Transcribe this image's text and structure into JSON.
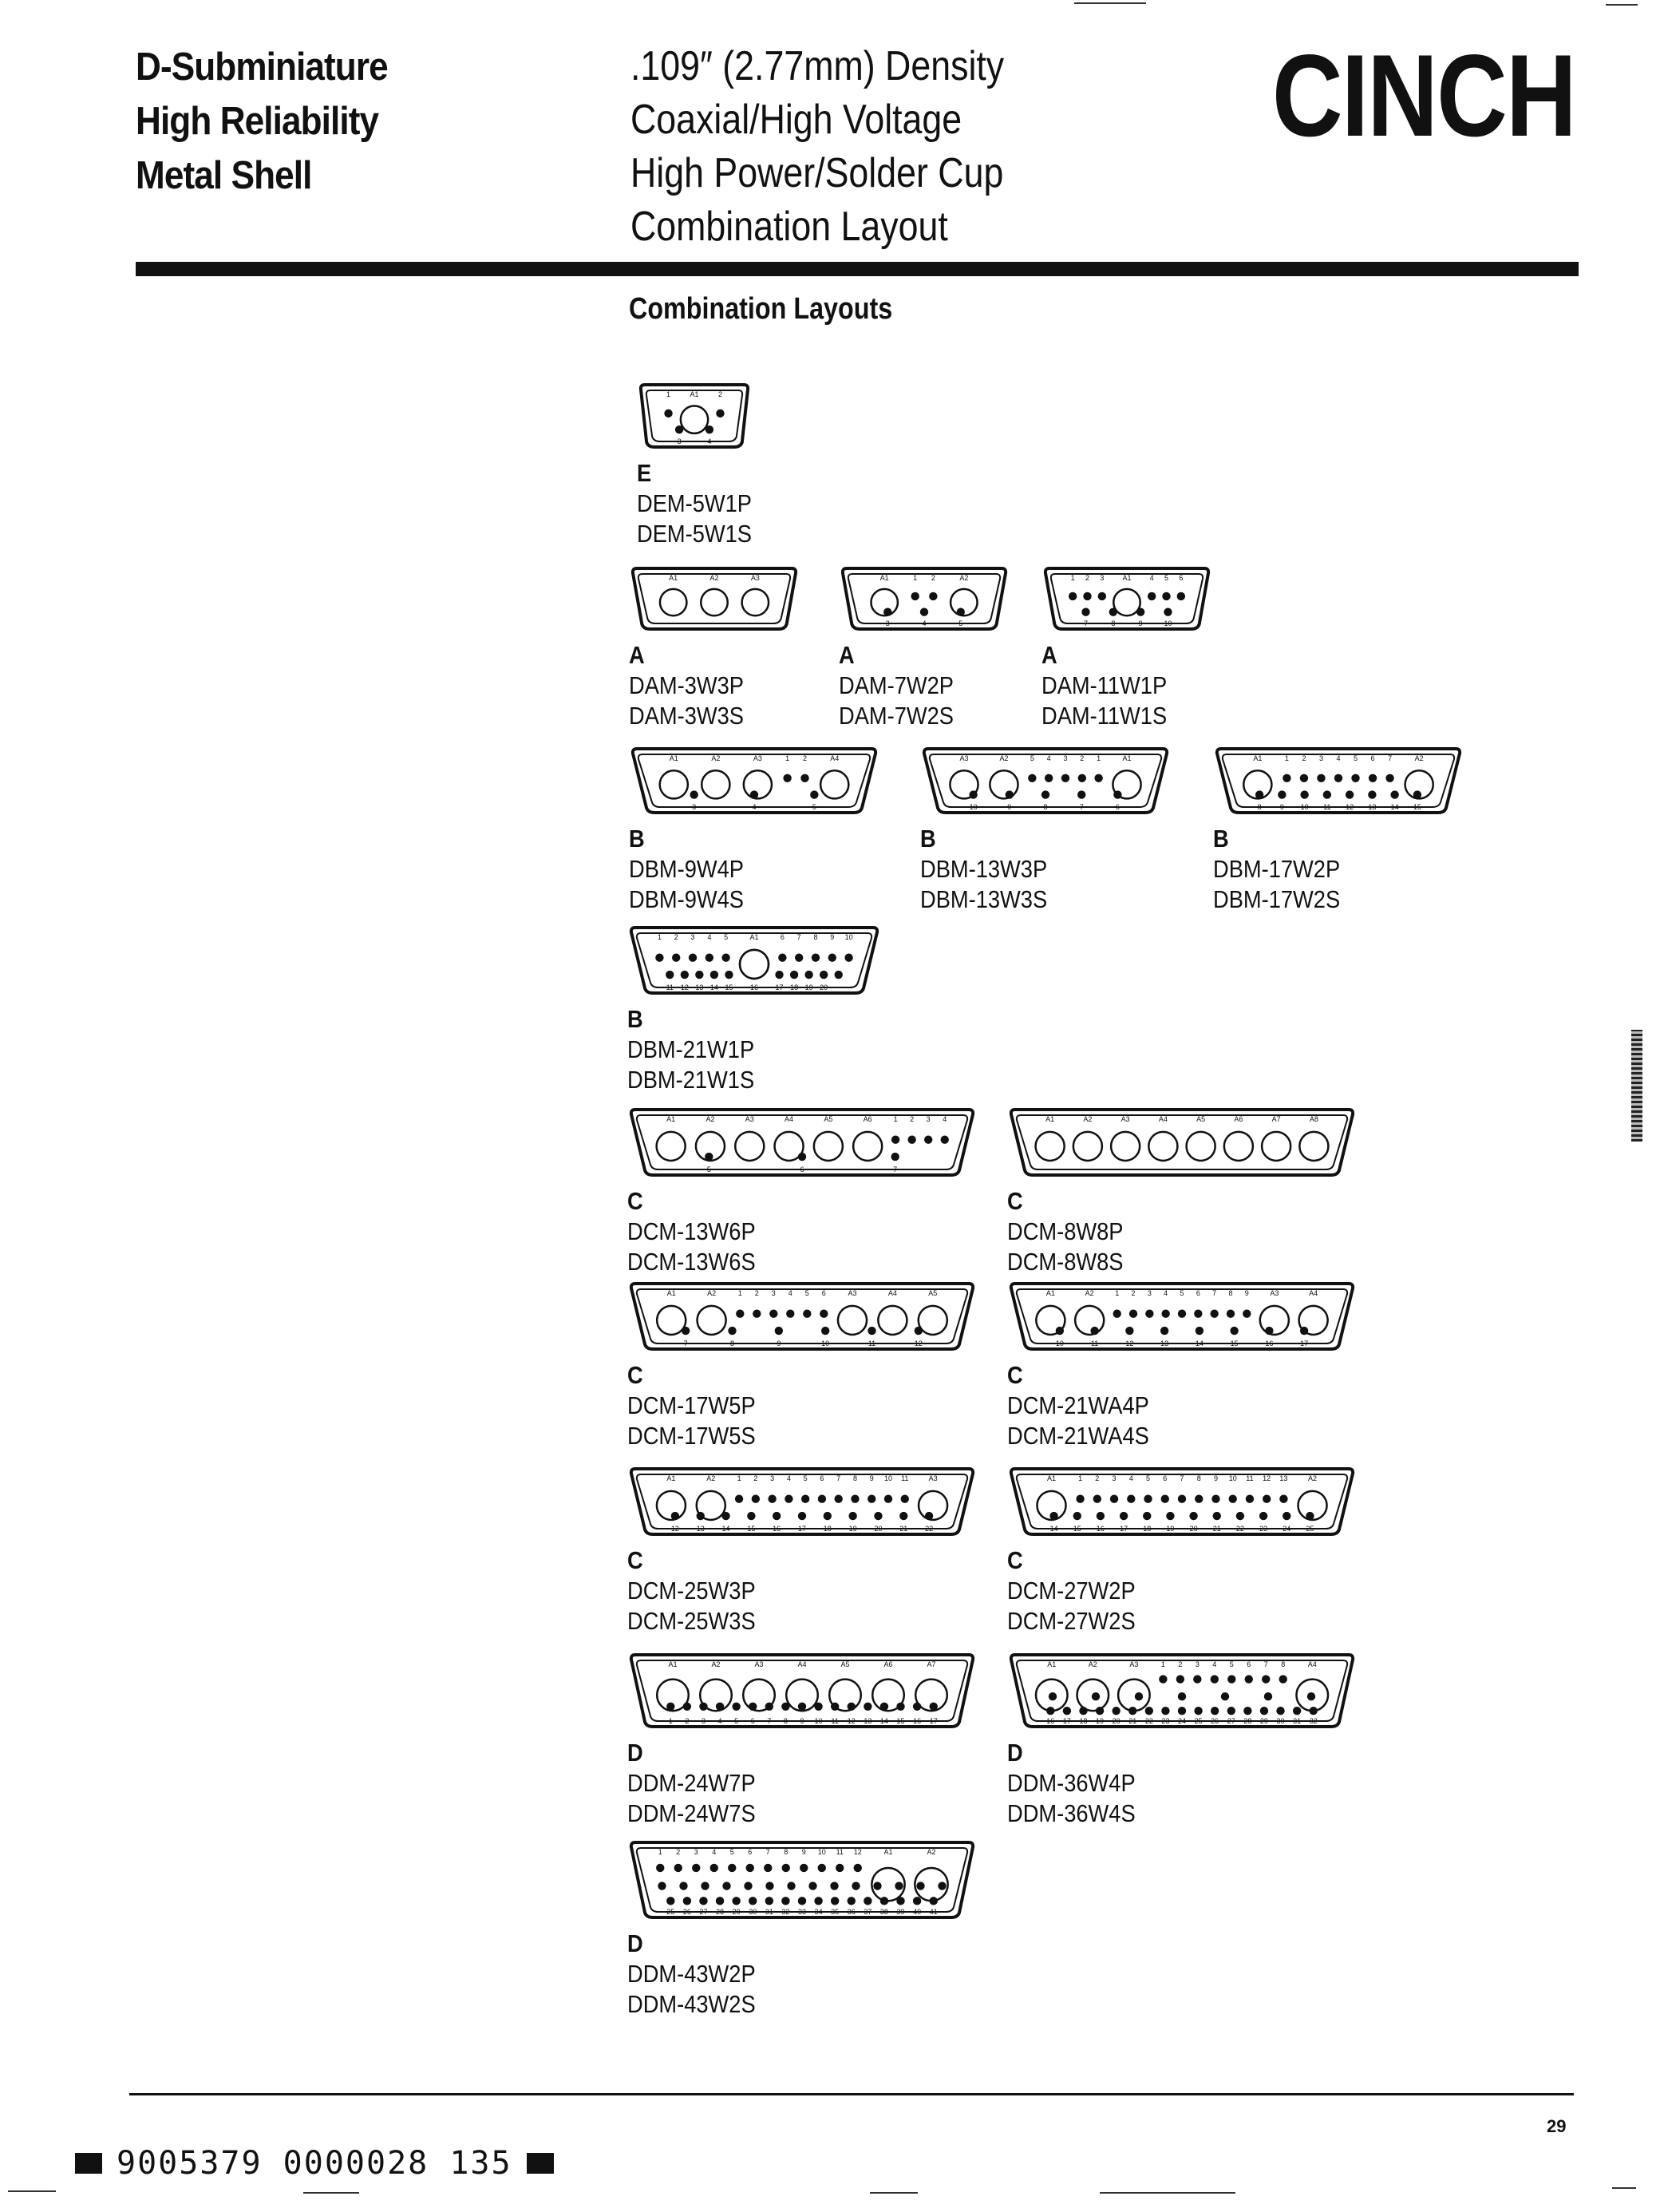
{
  "header": {
    "left_lines": [
      "D-Subminiature",
      "High Reliability",
      "Metal Shell"
    ],
    "middle_lines": [
      ".109″ (2.77mm) Density",
      "Coaxial/High Voltage",
      "High Power/Solder Cup",
      "Combination Layout"
    ],
    "brand": "CINCH"
  },
  "section_title": "Combination Layouts",
  "connectors": [
    {
      "id": "dem-5w1p",
      "shell": "E",
      "parts": [
        "DEM-5W1P",
        "DEM-5W1S"
      ],
      "top_row": [
        {
          "type": "pin"
        },
        {
          "type": "coax"
        },
        {
          "type": "pin"
        }
      ],
      "bottom_row": [
        {
          "type": "pin"
        },
        {
          "type": "pin"
        }
      ],
      "top_labels": [
        "1",
        "A1",
        "2"
      ],
      "bottom_labels": [
        "3",
        "4"
      ]
    },
    {
      "id": "dam-3w3p",
      "shell": "A",
      "parts": [
        "DAM-3W3P",
        "DAM-3W3S"
      ],
      "top_labels": [
        "A1",
        "A2",
        "A3"
      ],
      "bottom_labels": []
    },
    {
      "id": "dam-7w2p",
      "shell": "A",
      "parts": [
        "DAM-7W2P",
        "DAM-7W2S"
      ],
      "top_labels": [
        "A1",
        "1",
        "2",
        "A2"
      ],
      "bottom_labels": [
        "3",
        "4",
        "5"
      ]
    },
    {
      "id": "dam-11w1p",
      "shell": "A",
      "parts": [
        "DAM-11W1P",
        "DAM-11W1S"
      ],
      "top_labels": [
        "1",
        "2",
        "3",
        "A1",
        "4",
        "5",
        "6"
      ],
      "bottom_labels": [
        "7",
        "8",
        "9",
        "10"
      ]
    },
    {
      "id": "dbm-9w4p",
      "shell": "B",
      "parts": [
        "DBM-9W4P",
        "DBM-9W4S"
      ],
      "top_labels": [
        "A1",
        "A2",
        "A3",
        "1",
        "2",
        "A4"
      ],
      "bottom_labels": [
        "3",
        "4",
        "5"
      ]
    },
    {
      "id": "dbm-13w3p",
      "shell": "B",
      "parts": [
        "DBM-13W3P",
        "DBM-13W3S"
      ],
      "top_labels": [
        "A3",
        "A2",
        "5",
        "4",
        "3",
        "2",
        "1",
        "A1"
      ],
      "bottom_labels": [
        "10",
        "9",
        "8",
        "7",
        "6"
      ]
    },
    {
      "id": "dbm-17w2p",
      "shell": "B",
      "parts": [
        "DBM-17W2P",
        "DBM-17W2S"
      ],
      "top_labels": [
        "A1",
        "1",
        "2",
        "3",
        "4",
        "5",
        "6",
        "7",
        "A2"
      ],
      "bottom_labels": [
        "8",
        "9",
        "10",
        "11",
        "12",
        "13",
        "14",
        "15"
      ]
    },
    {
      "id": "dbm-21w1p",
      "shell": "B",
      "parts": [
        "DBM-21W1P",
        "DBM-21W1S"
      ],
      "top_labels": [
        "1",
        "2",
        "3",
        "4",
        "5",
        "A1",
        "6",
        "7",
        "8",
        "9",
        "10"
      ],
      "bottom_labels": [
        "11",
        "12",
        "13",
        "14",
        "15",
        "16",
        "17",
        "18",
        "19",
        "20"
      ]
    },
    {
      "id": "dcm-13w6p",
      "shell": "C",
      "parts": [
        "DCM-13W6P",
        "DCM-13W6S"
      ],
      "top_labels": [
        "A1",
        "A2",
        "A3",
        "A4",
        "A5",
        "A6",
        "1",
        "2",
        "3",
        "4"
      ],
      "bottom_labels": [
        "5",
        "6",
        "7"
      ]
    },
    {
      "id": "dcm-8w8p",
      "shell": "C",
      "parts": [
        "DCM-8W8P",
        "DCM-8W8S"
      ],
      "top_labels": [
        "A1",
        "A2",
        "A3",
        "A4",
        "A5",
        "A6",
        "A7",
        "A8"
      ],
      "bottom_labels": []
    },
    {
      "id": "dcm-17w5p",
      "shell": "C",
      "parts": [
        "DCM-17W5P",
        "DCM-17W5S"
      ],
      "top_labels": [
        "A1",
        "A2",
        "1",
        "2",
        "3",
        "4",
        "5",
        "6",
        "A3",
        "A4",
        "A5"
      ],
      "bottom_labels": [
        "7",
        "8",
        "9",
        "10",
        "11",
        "12"
      ]
    },
    {
      "id": "dcm-21wa4p",
      "shell": "C",
      "parts": [
        "DCM-21WA4P",
        "DCM-21WA4S"
      ],
      "top_labels": [
        "A1",
        "A2",
        "1",
        "2",
        "3",
        "4",
        "5",
        "6",
        "7",
        "8",
        "9",
        "A3",
        "A4"
      ],
      "bottom_labels": [
        "10",
        "11",
        "12",
        "13",
        "14",
        "15",
        "16",
        "17"
      ]
    },
    {
      "id": "dcm-25w3p",
      "shell": "C",
      "parts": [
        "DCM-25W3P",
        "DCM-25W3S"
      ],
      "top_labels": [
        "A1",
        "A2",
        "1",
        "2",
        "3",
        "4",
        "5",
        "6",
        "7",
        "8",
        "9",
        "10",
        "11",
        "A3"
      ],
      "bottom_labels": [
        "12",
        "13",
        "14",
        "15",
        "16",
        "17",
        "18",
        "19",
        "20",
        "21",
        "22"
      ]
    },
    {
      "id": "dcm-27w2p",
      "shell": "C",
      "parts": [
        "DCM-27W2P",
        "DCM-27W2S"
      ],
      "top_labels": [
        "A1",
        "1",
        "2",
        "3",
        "4",
        "5",
        "6",
        "7",
        "8",
        "9",
        "10",
        "11",
        "12",
        "13",
        "A2"
      ],
      "bottom_labels": [
        "14",
        "15",
        "16",
        "17",
        "18",
        "19",
        "20",
        "21",
        "22",
        "23",
        "24",
        "25"
      ]
    },
    {
      "id": "ddm-24w7p",
      "shell": "D",
      "parts": [
        "DDM-24W7P",
        "DDM-24W7S"
      ],
      "top_labels": [
        "A1",
        "A2",
        "A3",
        "A4",
        "A5",
        "A6",
        "A7"
      ],
      "bottom_labels": [
        "1",
        "2",
        "3",
        "4",
        "5",
        "6",
        "7",
        "8",
        "9",
        "10",
        "11",
        "12",
        "13",
        "14",
        "15",
        "16",
        "17"
      ]
    },
    {
      "id": "ddm-36w4p",
      "shell": "D",
      "parts": [
        "DDM-36W4P",
        "DDM-36W4S"
      ],
      "top_labels": [
        "A1",
        "A2",
        "A3",
        "1",
        "2",
        "3",
        "4",
        "5",
        "6",
        "7",
        "8",
        "A4"
      ],
      "bottom_labels": [
        "16",
        "17",
        "18",
        "19",
        "20",
        "21",
        "22",
        "23",
        "24",
        "25",
        "26",
        "27",
        "28",
        "29",
        "30",
        "31",
        "32"
      ]
    },
    {
      "id": "ddm-43w2p",
      "shell": "D",
      "parts": [
        "DDM-43W2P",
        "DDM-43W2S"
      ],
      "top_labels": [
        "1",
        "2",
        "3",
        "4",
        "5",
        "6",
        "7",
        "8",
        "9",
        "10",
        "11",
        "12",
        "A1",
        "A2"
      ],
      "bottom_labels": [
        "25",
        "26",
        "27",
        "28",
        "29",
        "30",
        "31",
        "32",
        "33",
        "34",
        "35",
        "36",
        "37",
        "38",
        "39",
        "40",
        "41"
      ]
    }
  ],
  "footer": {
    "page_number": "29",
    "barcode_text": "9005379 0000028 135"
  }
}
